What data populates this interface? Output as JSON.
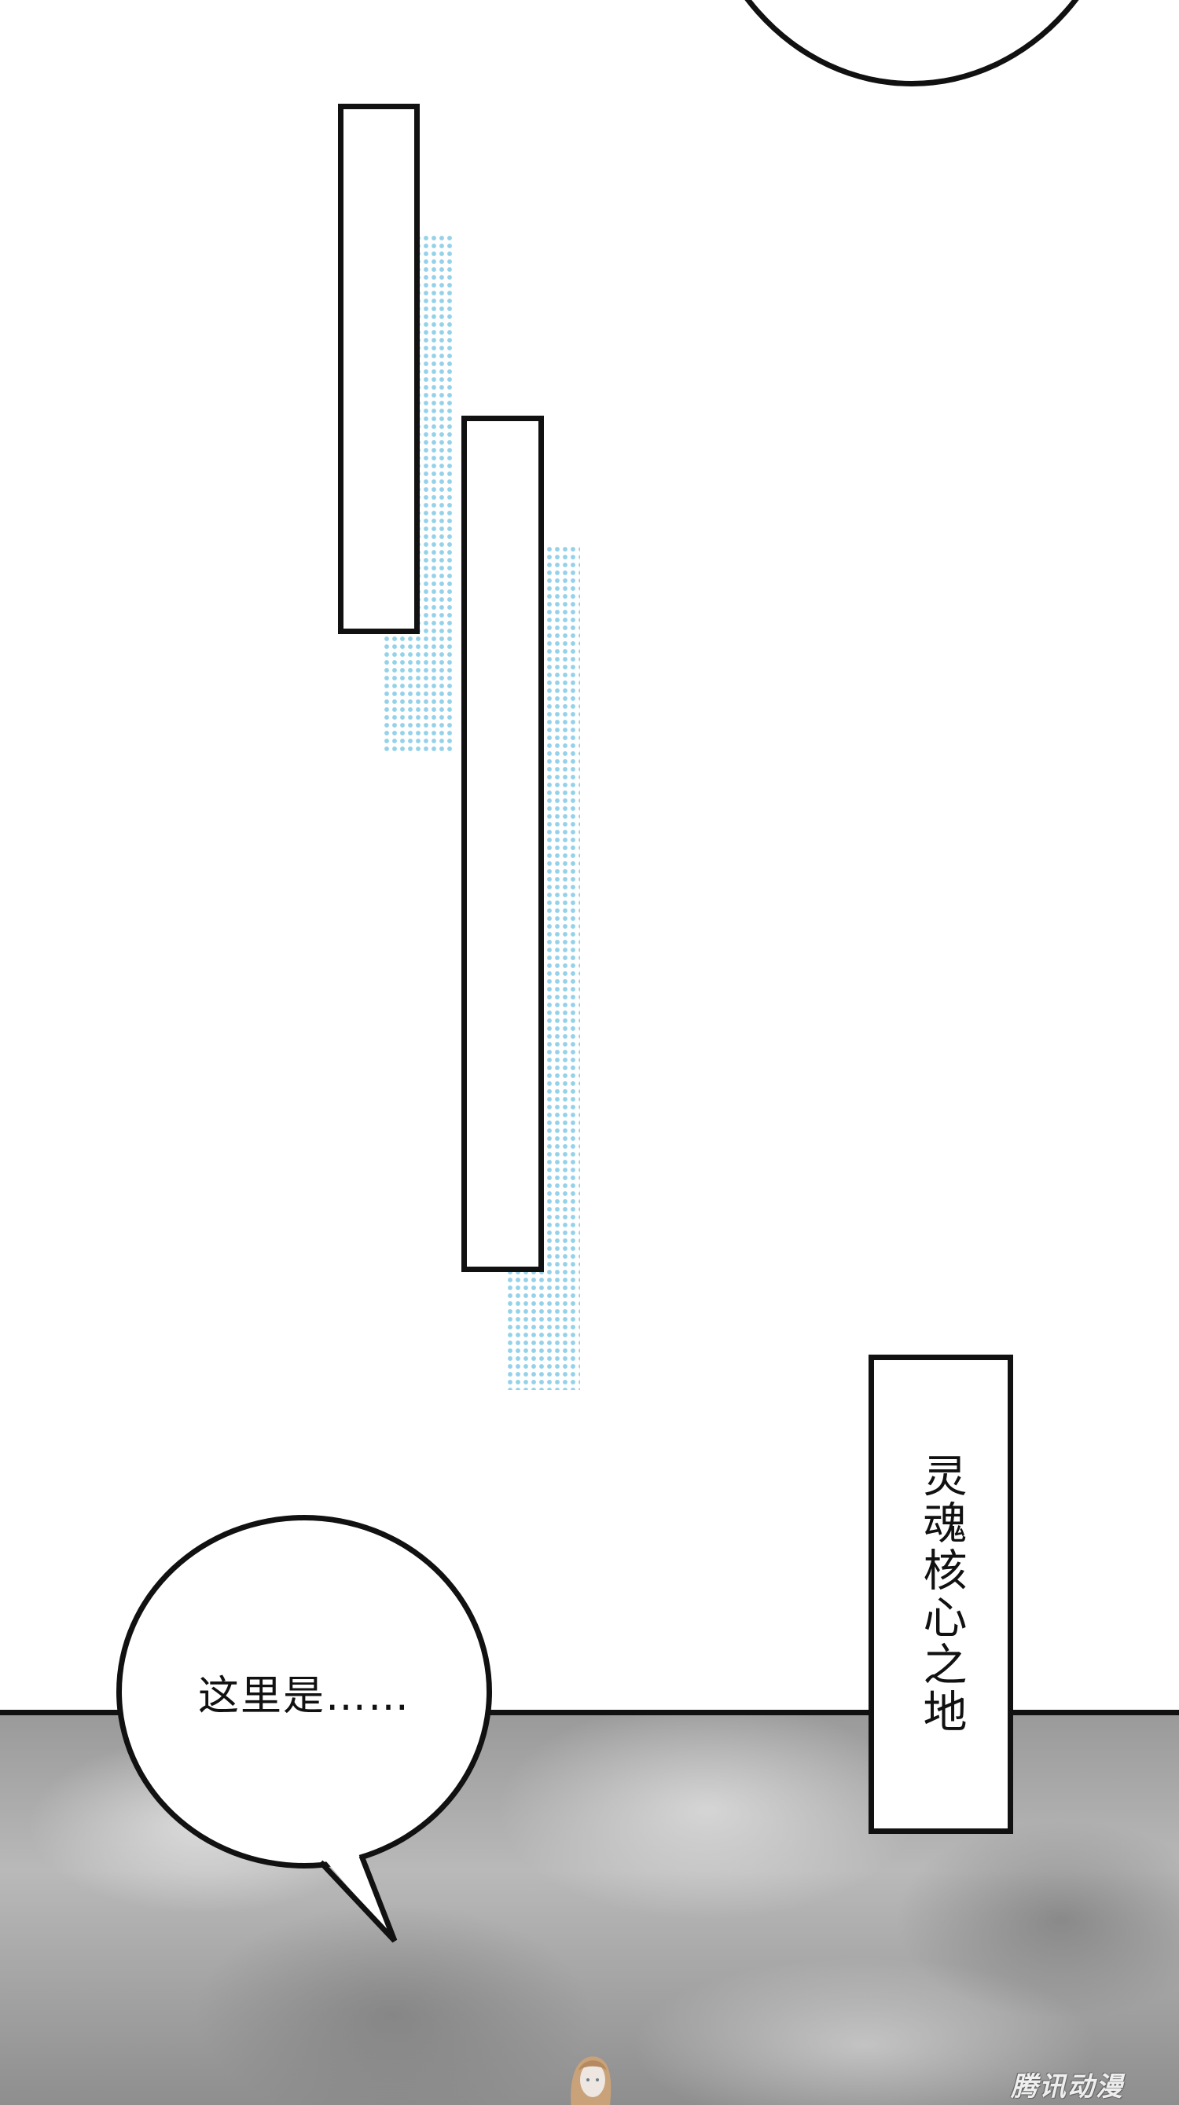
{
  "speech_bubble": {
    "text": "这里是……"
  },
  "caption": {
    "text": "灵魂核心之地"
  },
  "watermark": {
    "text": "腾讯动漫"
  },
  "colors": {
    "ink": "#111111",
    "halftone": "#8fd0e8",
    "scene_grey": "#9a9a9a",
    "background": "#ffffff"
  }
}
